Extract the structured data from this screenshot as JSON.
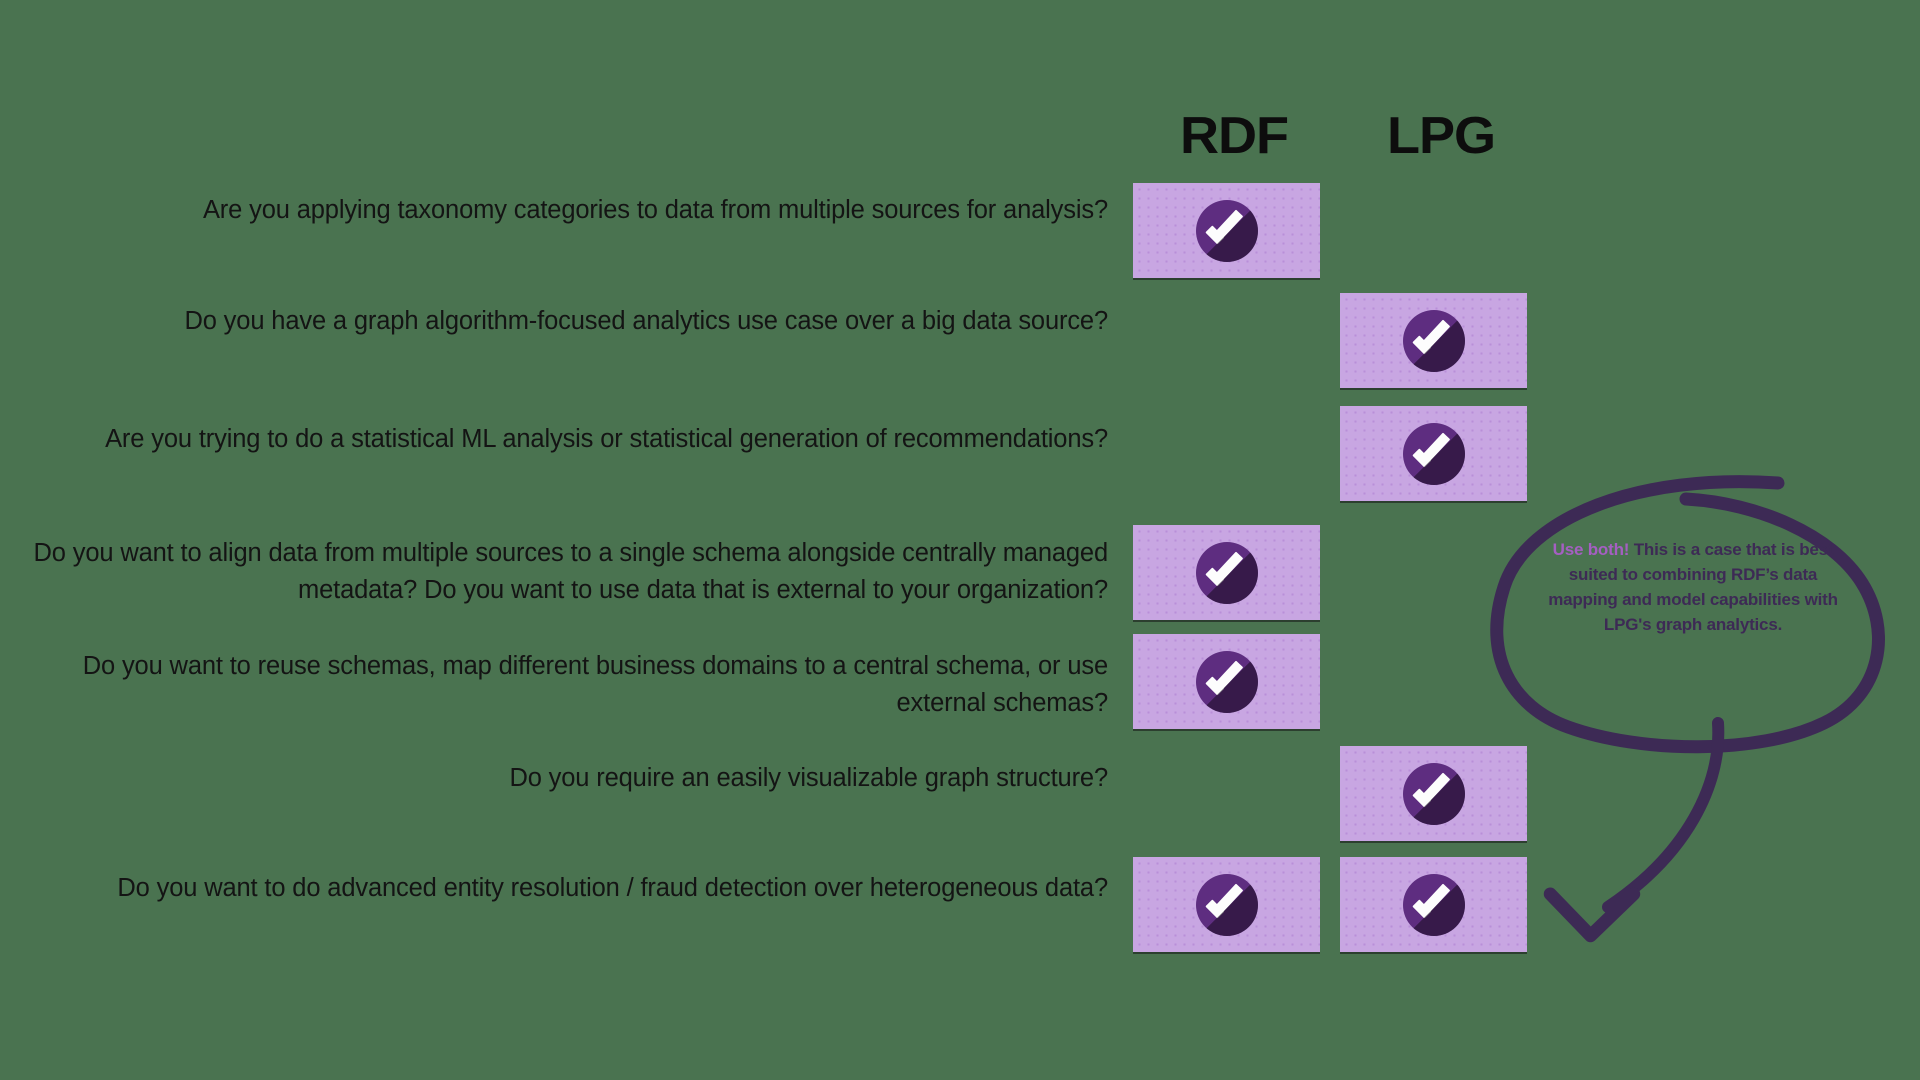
{
  "page": {
    "background_color": "#4a7350",
    "box_color": "#c8a6e2",
    "badge_color": "#5e2d80",
    "annotation_color": "#3d2a55",
    "highlight_color": "#a55fc2"
  },
  "columns": [
    {
      "id": "rdf",
      "label": "RDF"
    },
    {
      "id": "lpg",
      "label": "LPG"
    }
  ],
  "rows": [
    {
      "question": "Are you applying taxonomy categories to data from multiple sources for analysis?",
      "rdf": true,
      "lpg": false
    },
    {
      "question": "Do you have a graph algorithm-focused analytics use case over a big data source?",
      "rdf": false,
      "lpg": true
    },
    {
      "question": "Are you trying to do a statistical ML analysis or statistical generation of recommendations?",
      "rdf": false,
      "lpg": true
    },
    {
      "question": "Do you want to align data from multiple sources to a single schema alongside centrally managed metadata? Do you want to use data that is external to your organization?",
      "rdf": true,
      "lpg": false
    },
    {
      "question": "Do you want to reuse schemas, map different business domains to a central schema, or use external schemas?",
      "rdf": true,
      "lpg": false
    },
    {
      "question": "Do you require an easily visualizable graph structure?",
      "rdf": false,
      "lpg": true
    },
    {
      "question": "Do you want to do advanced entity resolution / fraud detection over heterogeneous data?",
      "rdf": true,
      "lpg": true
    }
  ],
  "annotation": {
    "highlight": "Use both!",
    "body": " This is a case that is best suited to combining RDF’s data mapping and model capabilities with LPG's graph analytics.",
    "shape": "hand-drawn-ellipse-with-arrow"
  },
  "icons": {
    "check": "check-circle-icon"
  }
}
